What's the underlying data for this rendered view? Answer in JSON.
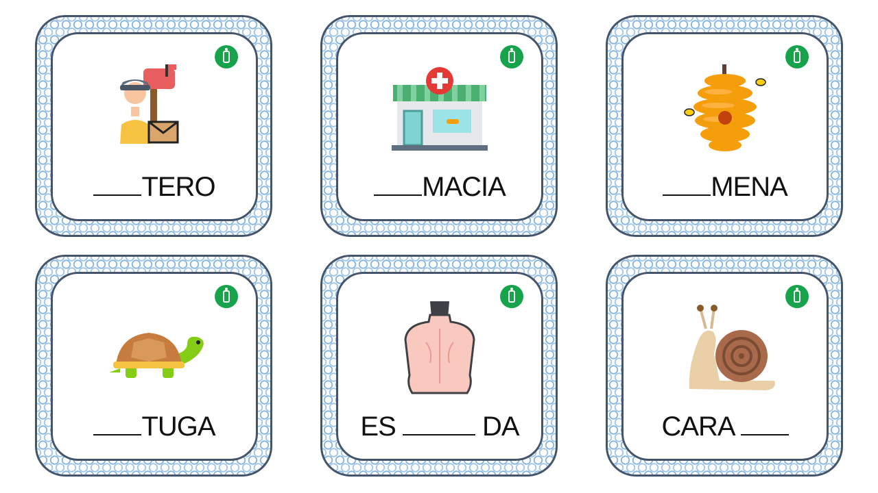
{
  "cards": [
    {
      "icon": "mail-carrier-icon",
      "prefix": "",
      "suffix": "TERO",
      "blank": "before"
    },
    {
      "icon": "pharmacy-icon",
      "prefix": "",
      "suffix": "MACIA",
      "blank": "before"
    },
    {
      "icon": "beehive-icon",
      "prefix": "",
      "suffix": "MENA",
      "blank": "before"
    },
    {
      "icon": "turtle-icon",
      "prefix": "",
      "suffix": "TUGA",
      "blank": "before"
    },
    {
      "icon": "back-icon",
      "prefix": "ES",
      "suffix": "DA",
      "blank": "middle"
    },
    {
      "icon": "snail-icon",
      "prefix": "CARA",
      "suffix": "",
      "blank": "after"
    }
  ],
  "colors": {
    "frame_border": "#44546a",
    "pattern": "#7fb2dd",
    "logo": "#16a34a"
  }
}
